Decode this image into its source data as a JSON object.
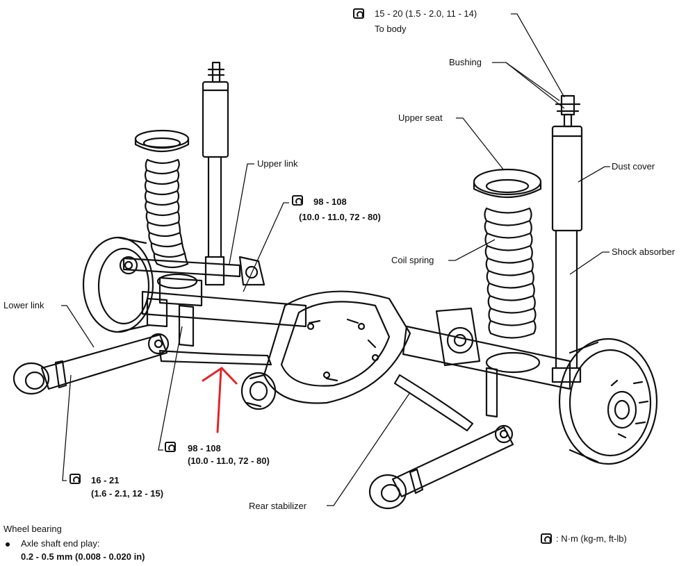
{
  "labels": {
    "torque_top_value": "15 - 20 (1.5 - 2.0, 11 - 14)",
    "torque_top_note": "To body",
    "bushing": "Bushing",
    "upper_seat": "Upper seat",
    "dust_cover": "Dust cover",
    "upper_link": "Upper link",
    "torque_upper_value_1": "98 - 108",
    "torque_upper_value_2": "(10.0 - 11.0, 72 - 80)",
    "coil_spring": "Coil spring",
    "shock_absorber": "Shock absorber",
    "lower_link": "Lower link",
    "torque_lower_value_1": "98 - 108",
    "torque_lower_value_2": "(10.0 - 11.0, 72 - 80)",
    "torque_left_value_1": "16 - 21",
    "torque_left_value_2": "(1.6 - 2.1, 12 - 15)",
    "rear_stabilizer": "Rear stabilizer"
  },
  "footer": {
    "section_title": "Wheel bearing",
    "bullet_label": "Axle shaft end play:",
    "bullet_value": "0.2 - 0.5 mm (0.008 - 0.020 in)",
    "unit_legend": ":  N·m (kg-m, ft-lb)"
  },
  "icons": {
    "torque": "torque-wrench-icon",
    "annotation_arrow": "red-arrow-icon"
  },
  "colors": {
    "line": "#111111",
    "annotation_arrow": "#e0262a"
  }
}
